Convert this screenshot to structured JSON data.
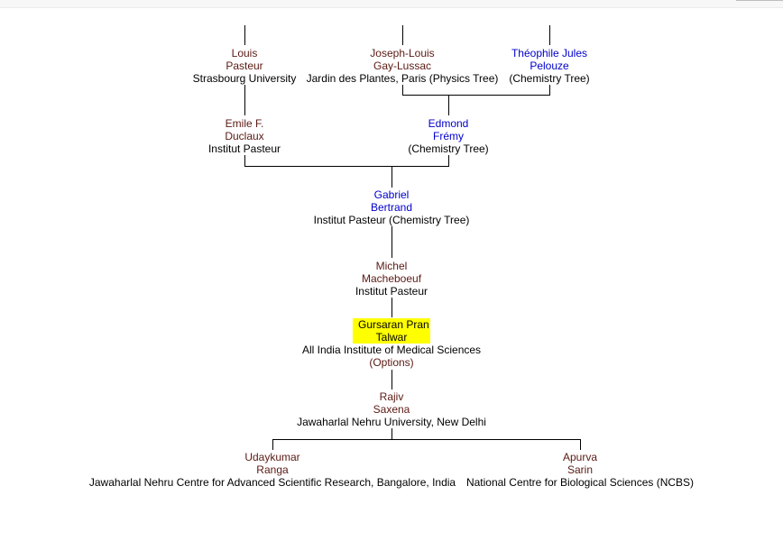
{
  "ancestors": {
    "louis": {
      "first": "Louis",
      "last": "Pasteur",
      "inst": "Strasbourg University"
    },
    "gay_lussac": {
      "first": "Joseph-Louis",
      "last": "Gay-Lussac",
      "inst": "Jardin des Plantes, Paris (Physics Tree)"
    },
    "pelouze": {
      "first": "Théophile Jules",
      "last": "Pelouze",
      "inst": "(Chemistry Tree)"
    },
    "duclaux": {
      "first": "Emile F.",
      "last": "Duclaux",
      "inst": "Institut Pasteur"
    },
    "fremy": {
      "first": "Edmond",
      "last": "Frémy",
      "inst": "(Chemistry Tree)"
    },
    "bertrand": {
      "first": "Gabriel",
      "last": "Bertrand",
      "inst": "Institut Pasteur (Chemistry Tree)"
    },
    "macheboeuf": {
      "first": "Michel",
      "last": "Macheboeuf",
      "inst": "Institut Pasteur"
    }
  },
  "focus": {
    "first": "Gursaran Pran",
    "last": "Talwar",
    "inst": "All India Institute of Medical Sciences",
    "options": "(Options)"
  },
  "descendants": {
    "saxena": {
      "first": "Rajiv",
      "last": "Saxena",
      "inst": "Jawaharlal Nehru University, New Delhi"
    },
    "ranga": {
      "first": "Udaykumar",
      "last": "Ranga",
      "inst": "Jawaharlal Nehru Centre for Advanced Scientific Research, Bangalore, India"
    },
    "sarin": {
      "first": "Apurva",
      "last": "Sarin",
      "inst": "National Centre for Biological Sciences (NCBS)"
    }
  },
  "colors": {
    "person_link": "#5b1a14",
    "tree_link": "#0000cc",
    "highlight": "#ffff00"
  }
}
